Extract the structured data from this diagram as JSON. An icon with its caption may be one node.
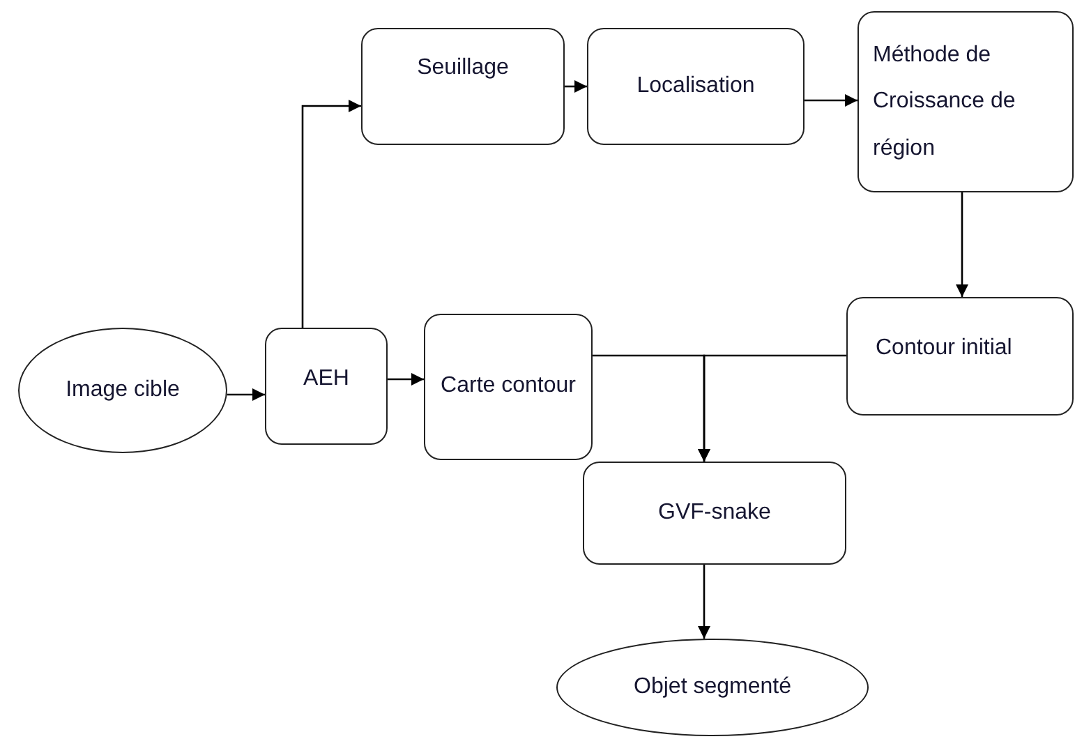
{
  "diagram": {
    "nodes": [
      {
        "text": [
          "Image cible"
        ]
      },
      {
        "text": [
          "AEH"
        ]
      },
      {
        "text": [
          "Seuillage"
        ]
      },
      {
        "text": [
          "Localisation"
        ]
      },
      {
        "text": [
          "Méthode de Croissance de région"
        ]
      },
      {
        "text": [
          "Carte contour"
        ]
      },
      {
        "text": [
          "Contour initial"
        ]
      },
      {
        "text": [
          "GVF-snake"
        ]
      },
      {
        "text": [
          "Objet segmenté"
        ]
      }
    ],
    "edges": [
      {
        "from": 0,
        "to": 1,
        "arrow": "to"
      },
      {
        "from": 1,
        "to": 2,
        "arrow": "to"
      },
      {
        "from": 2,
        "to": 3,
        "arrow": "to"
      },
      {
        "from": 3,
        "to": 4,
        "arrow": "to"
      },
      {
        "from": 4,
        "to": 6,
        "arrow": "to"
      },
      {
        "from": 1,
        "to": 5,
        "arrow": "to"
      },
      {
        "from": 5,
        "to": 7,
        "arrow": "to"
      },
      {
        "from": 6,
        "to": 7,
        "arrow": "to"
      },
      {
        "from": 7,
        "to": 8,
        "arrow": "to"
      }
    ]
  }
}
